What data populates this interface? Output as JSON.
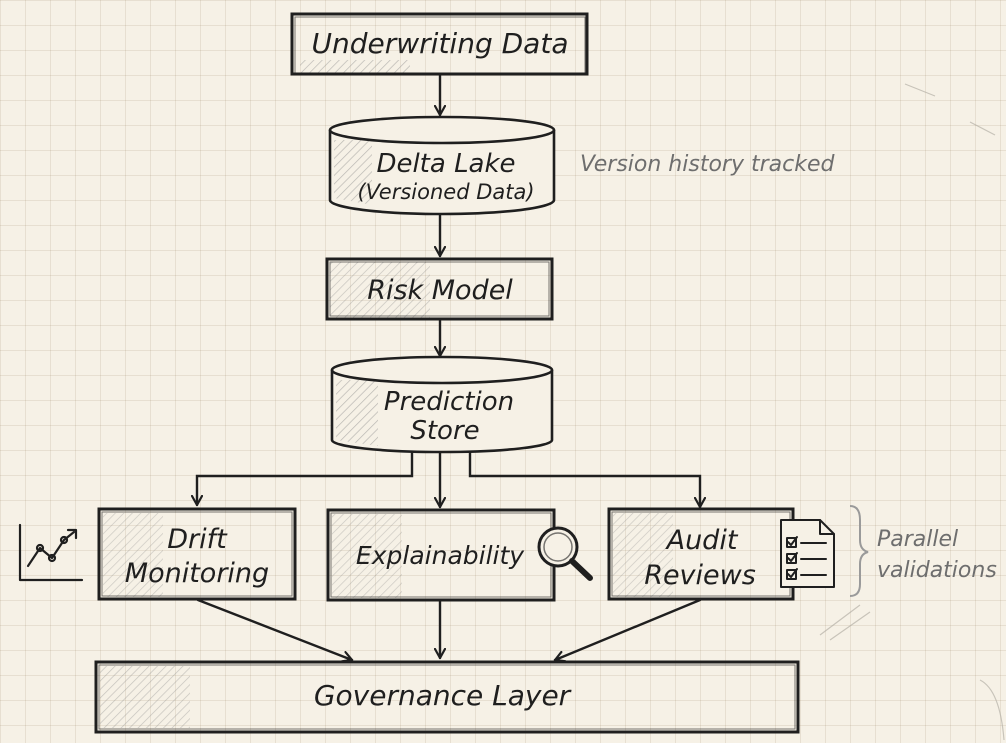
{
  "nodes": {
    "underwriting_data": "Underwriting Data",
    "delta_lake_line1": "Delta Lake",
    "delta_lake_line2": "(Versioned Data)",
    "risk_model": "Risk Model",
    "prediction_store_line1": "Prediction",
    "prediction_store_line2": "Store",
    "drift_line1": "Drift",
    "drift_line2": "Monitoring",
    "explainability": "Explainability",
    "audit_line1": "Audit",
    "audit_line2": "Reviews",
    "governance_layer": "Governance Layer"
  },
  "annotations": {
    "version_history": "Version history tracked",
    "parallel_line1": "Parallel",
    "parallel_line2": "validations"
  },
  "icons": {
    "drift": "line-chart-icon",
    "explainability": "magnifying-glass-icon",
    "audit": "checklist-document-icon"
  },
  "colors": {
    "ink": "#1f1f1f",
    "paper": "#f6f1e6",
    "note": "#6e6e6e"
  }
}
